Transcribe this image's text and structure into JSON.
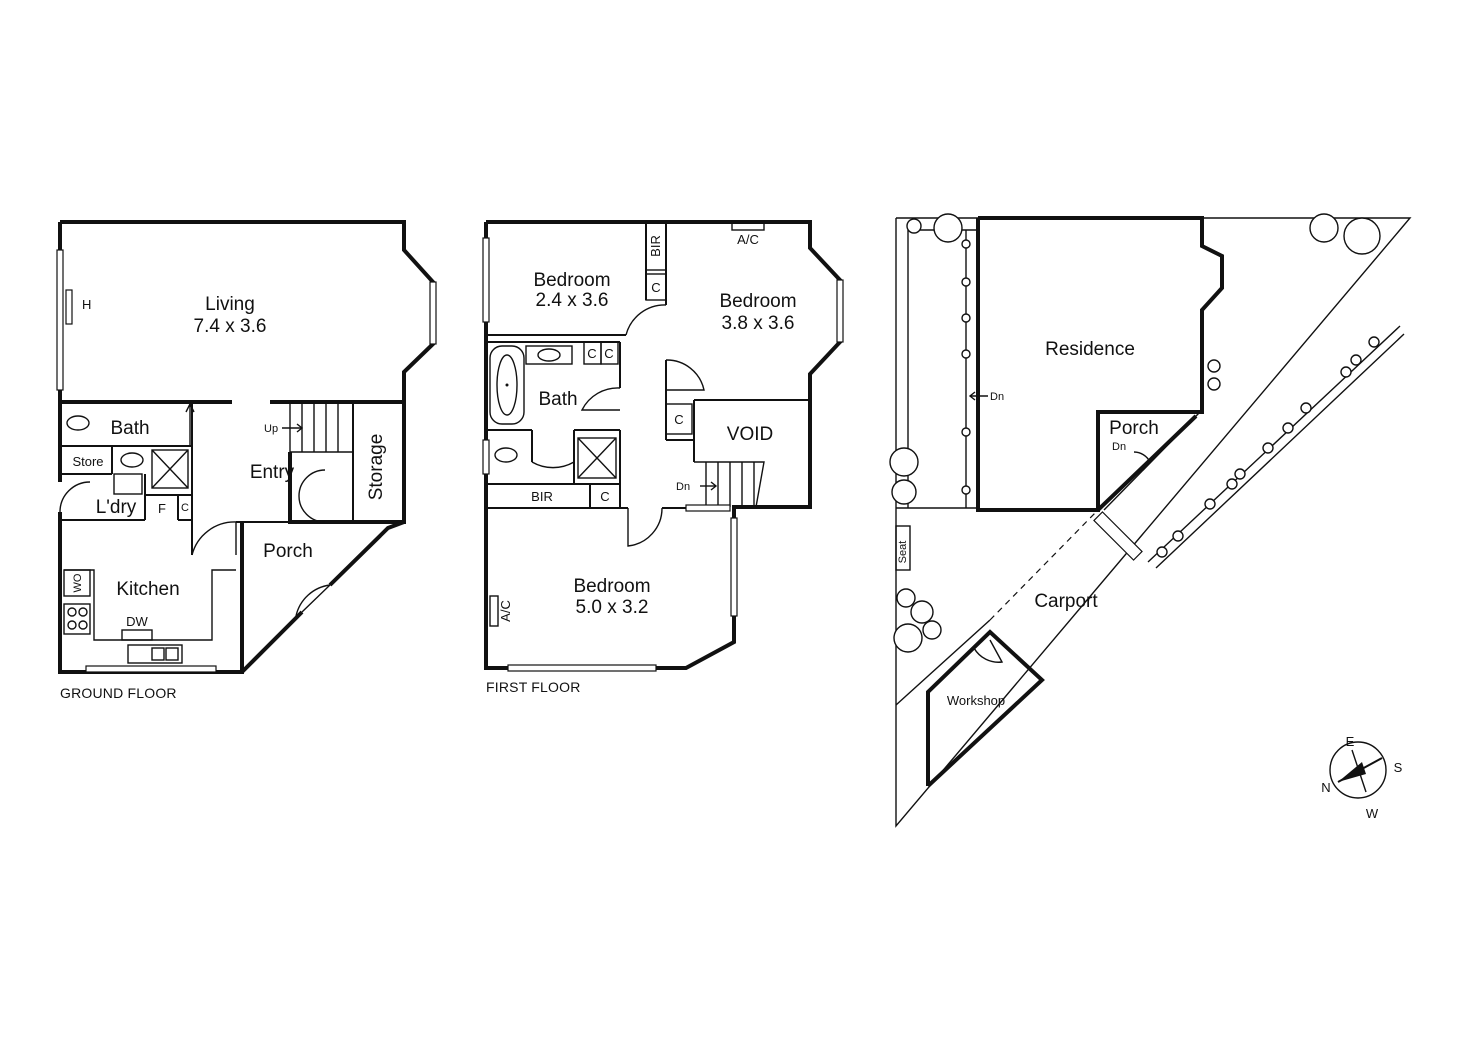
{
  "ground_floor": {
    "caption": "GROUND FLOOR",
    "living": {
      "name": "Living",
      "dims": "7.4 x 3.6"
    },
    "h": "H",
    "bath": "Bath",
    "store": "Store",
    "laundry": "L'dry",
    "f": "F",
    "c": "C",
    "entry": "Entry",
    "up": "Up",
    "storage": "Storage",
    "porch": "Porch",
    "kitchen": "Kitchen",
    "wo": "WO",
    "dw": "DW"
  },
  "first_floor": {
    "caption": "FIRST FLOOR",
    "bedroom_nw": {
      "name": "Bedroom",
      "dims": "2.4 x 3.6"
    },
    "bir_top": "BIR",
    "c_top": "C",
    "ac_top": "A/C",
    "bedroom_ne": {
      "name": "Bedroom",
      "dims": "3.8 x 3.6"
    },
    "c_bath_1": "C",
    "c_bath_2": "C",
    "bath": "Bath",
    "c_mid": "C",
    "void": "VOID",
    "dn": "Dn",
    "bir_mid": "BIR",
    "c_low": "C",
    "bedroom_main": {
      "name": "Bedroom",
      "dims": "5.0 x 3.2"
    },
    "ac_low": "A/C"
  },
  "site": {
    "residence": "Residence",
    "dn_left": "Dn",
    "porch": "Porch",
    "dn_porch": "Dn",
    "seat": "Seat",
    "carport": "Carport",
    "workshop": "Workshop"
  },
  "compass": {
    "e": "E",
    "s": "S",
    "n": "N",
    "w": "W"
  }
}
